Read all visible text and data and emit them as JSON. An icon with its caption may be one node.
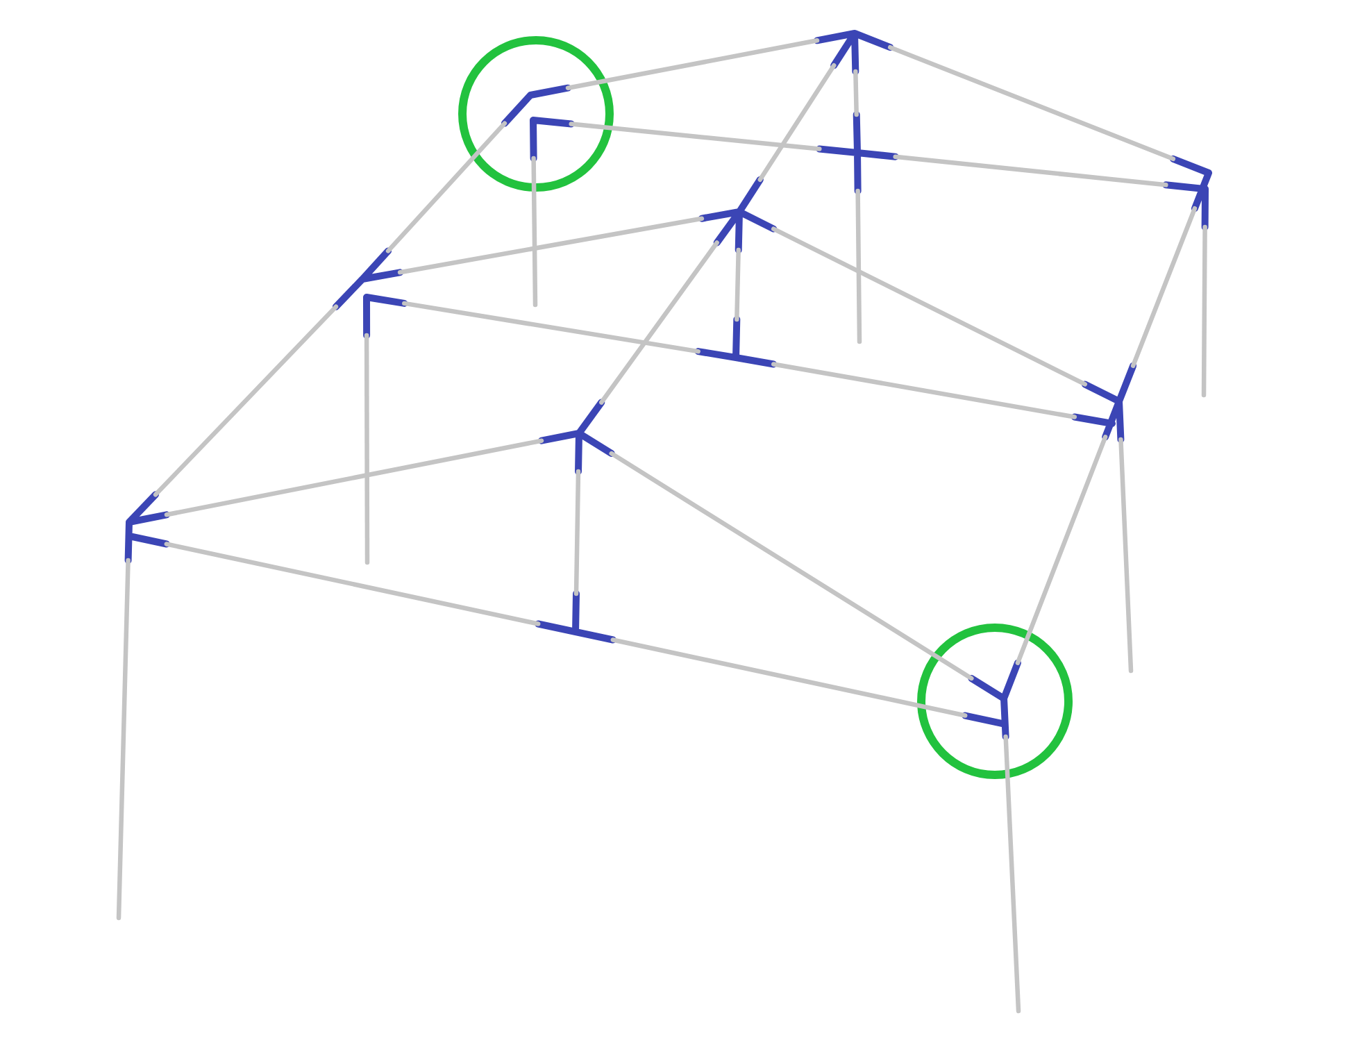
{
  "diagram": {
    "nodes": [
      {
        "text": [],
        "shape": "circle"
      },
      {
        "text": [],
        "shape": "connector",
        "in": 0
      },
      {
        "text": [],
        "shape": "connector"
      },
      {
        "text": [],
        "shape": "connector"
      },
      {
        "text": [],
        "shape": "connector"
      },
      {
        "text": [],
        "shape": "connector"
      },
      {
        "text": [],
        "shape": "connector"
      },
      {
        "text": [],
        "shape": "connector"
      },
      {
        "text": [],
        "shape": "connector"
      },
      {
        "text": [],
        "shape": "connector"
      },
      {
        "text": [],
        "shape": "connector"
      },
      {
        "text": [],
        "shape": "connector"
      },
      {
        "text": [],
        "shape": "circle"
      },
      {
        "text": [],
        "shape": "connector",
        "in": 12
      }
    ],
    "edges": [
      {
        "from": 1,
        "to": 2,
        "arrow": "none"
      },
      {
        "from": 2,
        "to": 4,
        "arrow": "none"
      },
      {
        "from": 1,
        "to": 3,
        "arrow": "none"
      },
      {
        "from": 3,
        "to": 4,
        "arrow": "none"
      },
      {
        "from": 2,
        "to": 3,
        "arrow": "none"
      },
      {
        "from": 3,
        "to": null,
        "arrow": "none"
      },
      {
        "from": 1,
        "to": 6,
        "arrow": "none"
      },
      {
        "from": 6,
        "to": 10,
        "arrow": "none"
      },
      {
        "from": 2,
        "to": 5,
        "arrow": "none"
      },
      {
        "from": 5,
        "to": 9,
        "arrow": "none"
      },
      {
        "from": 4,
        "to": 8,
        "arrow": "none"
      },
      {
        "from": 8,
        "to": 13,
        "arrow": "none"
      },
      {
        "from": 6,
        "to": 5,
        "arrow": "none"
      },
      {
        "from": 5,
        "to": 8,
        "arrow": "none"
      },
      {
        "from": 6,
        "to": 7,
        "arrow": "none"
      },
      {
        "from": 7,
        "to": 8,
        "arrow": "none"
      },
      {
        "from": 5,
        "to": 7,
        "arrow": "none"
      },
      {
        "from": 10,
        "to": 9,
        "arrow": "none"
      },
      {
        "from": 9,
        "to": 13,
        "arrow": "none"
      },
      {
        "from": 10,
        "to": 11,
        "arrow": "none"
      },
      {
        "from": 11,
        "to": 13,
        "arrow": "none"
      },
      {
        "from": 9,
        "to": 11,
        "arrow": "none"
      },
      {
        "from": 1,
        "to": null,
        "arrow": "none"
      },
      {
        "from": 6,
        "to": null,
        "arrow": "none"
      },
      {
        "from": 10,
        "to": null,
        "arrow": "none"
      },
      {
        "from": 4,
        "to": null,
        "arrow": "none"
      },
      {
        "from": 8,
        "to": null,
        "arrow": "none"
      },
      {
        "from": 13,
        "to": null,
        "arrow": "none"
      }
    ]
  }
}
